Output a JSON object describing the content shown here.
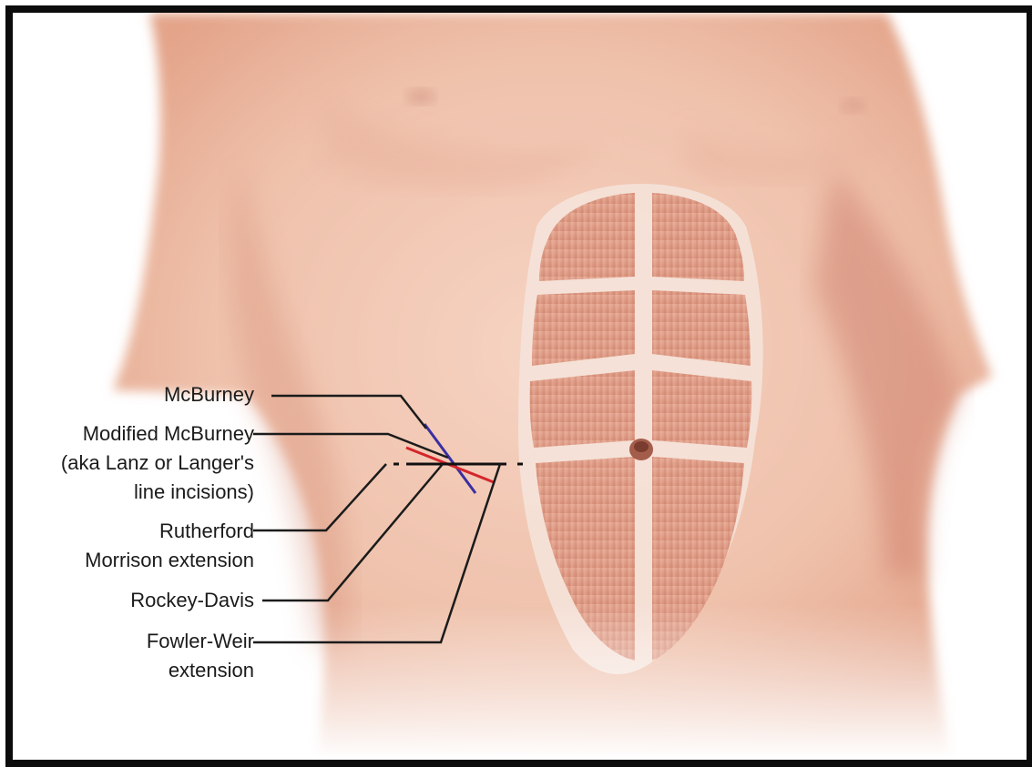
{
  "labels": {
    "mcburney": "McBurney",
    "modified_mcburney": [
      "Modified McBurney",
      "(aka Lanz or Langer's",
      "line incisions)"
    ],
    "rutherford_morrison": [
      "Rutherford",
      "Morrison extension"
    ],
    "rockey_davis": "Rockey-Davis",
    "fowler_weir": [
      "Fowler-Weir",
      "extension"
    ]
  },
  "colors": {
    "mcburney_incision": "#3a2fa0",
    "modified_mcburney_incision": "#d4262b",
    "horizontal_incision": "#111111",
    "skin": "#f2c9b6",
    "muscle": "#dc9a84"
  }
}
